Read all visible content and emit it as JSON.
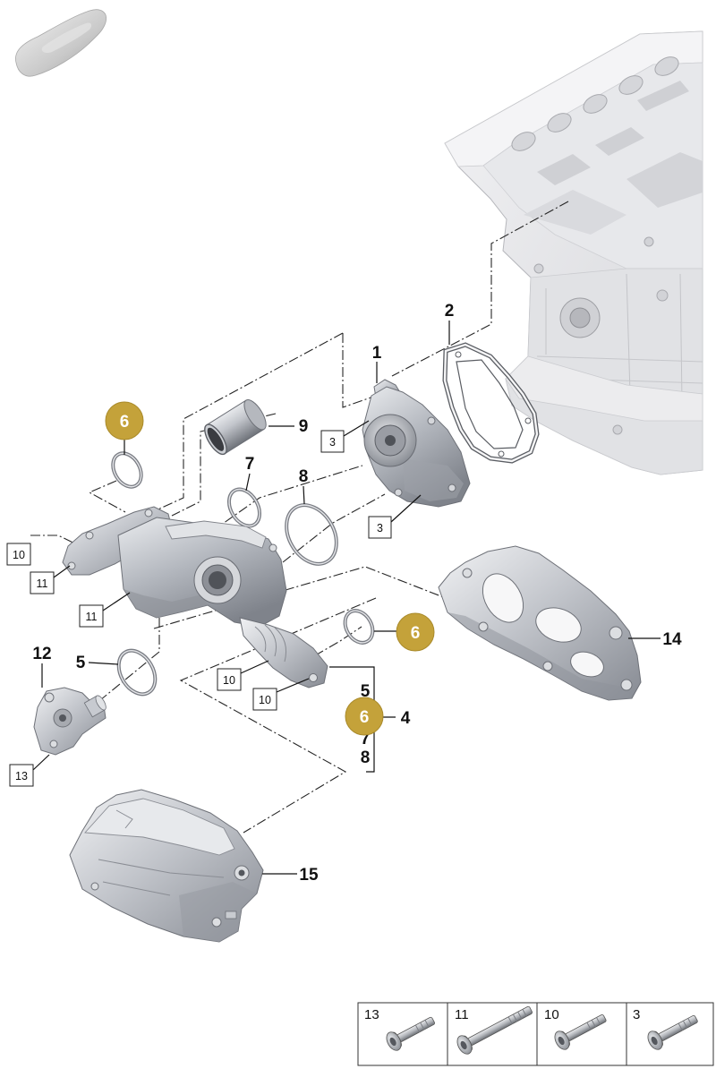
{
  "callouts": {
    "part_1": "1",
    "part_2": "2",
    "part_3_a": "3",
    "part_3_b": "3",
    "part_4": "4",
    "part_5_a": "5",
    "part_5_b": "5",
    "part_6_a": "6",
    "part_6_b": "6",
    "part_6_c": "6",
    "part_7_a": "7",
    "part_7_b": "7",
    "part_8_a": "8",
    "part_8_b": "8",
    "part_9": "9",
    "part_10_a": "10",
    "part_10_b": "10",
    "part_10_c": "10",
    "part_11_a": "11",
    "part_11_b": "11",
    "part_12": "12",
    "part_13": "13",
    "part_14": "14",
    "part_15": "15"
  },
  "bolt_table": [
    {
      "label": "13",
      "icon": "torx-bolt-short-icon"
    },
    {
      "label": "11",
      "icon": "torx-bolt-long-icon"
    },
    {
      "label": "10",
      "icon": "torx-bolt-medium-icon"
    },
    {
      "label": "3",
      "icon": "torx-bolt-medium-icon"
    }
  ],
  "icons": {
    "vehicle": "car-silhouette-icon"
  },
  "colors": {
    "highlight": "#c4a23a",
    "metal": "#b9bcc2",
    "engine_block": "#e4e5e8"
  }
}
